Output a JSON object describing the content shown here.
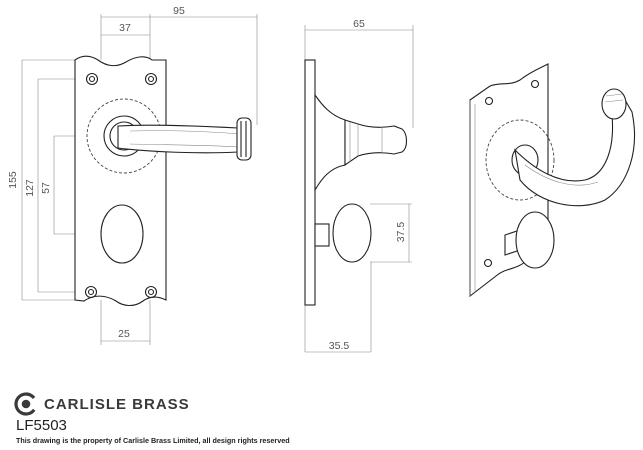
{
  "brand": {
    "name": "CARLISLE BRASS",
    "product_code": "LF5503",
    "disclaimer": "This drawing is the property of Carlisle Brass Limited, all design rights reserved"
  },
  "dimensions": {
    "front_width": "37",
    "overall_projection": "95",
    "plate_height": "155",
    "fixing_centres": "127",
    "lever_to_turn": "57",
    "turn_width": "25",
    "side_projection": "65",
    "turn_height": "37.5",
    "turn_projection": "35.5"
  }
}
